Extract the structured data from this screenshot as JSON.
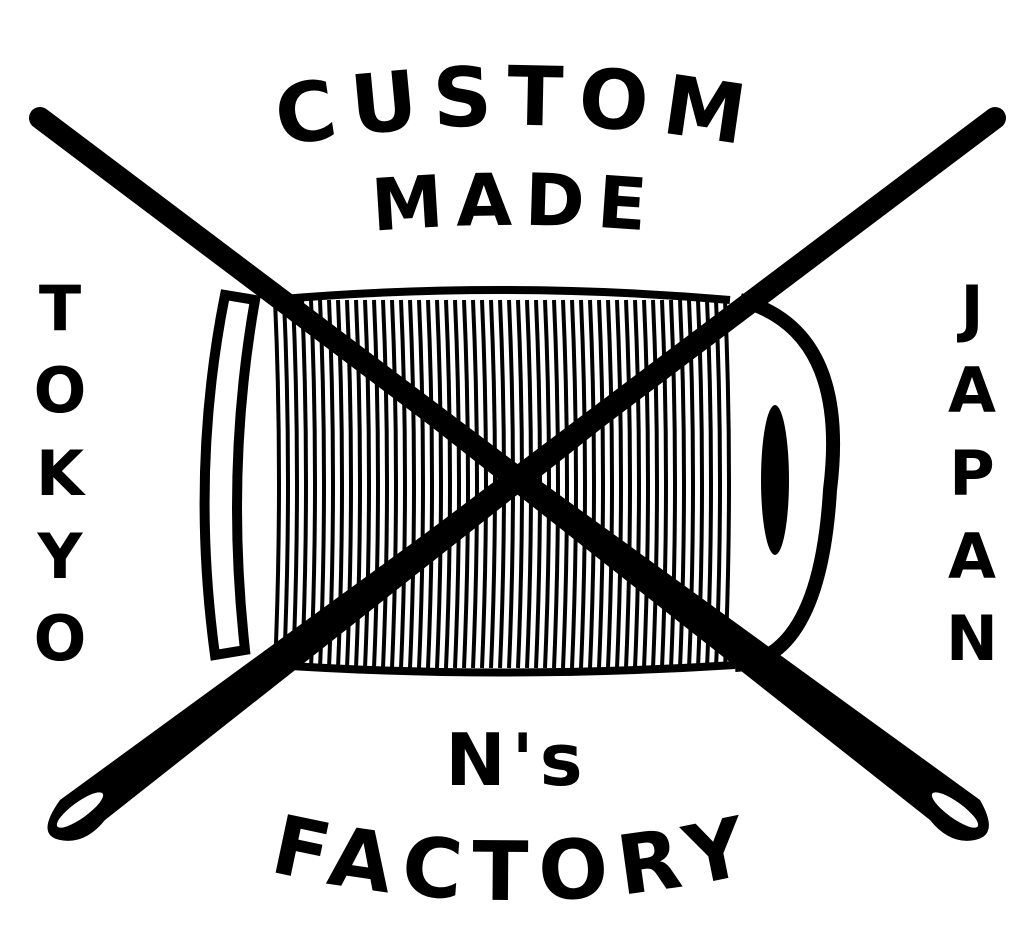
{
  "logo": {
    "arc_top": "CUSTOM",
    "line_two": "MADE",
    "left_vertical": [
      "T",
      "O",
      "K",
      "Y",
      "O"
    ],
    "right_vertical": [
      "J",
      "A",
      "P",
      "A",
      "N"
    ],
    "brand_line_one": "N's",
    "arc_bottom": "FACTORY"
  },
  "colors": {
    "ink": "#000000",
    "background": "#ffffff"
  }
}
